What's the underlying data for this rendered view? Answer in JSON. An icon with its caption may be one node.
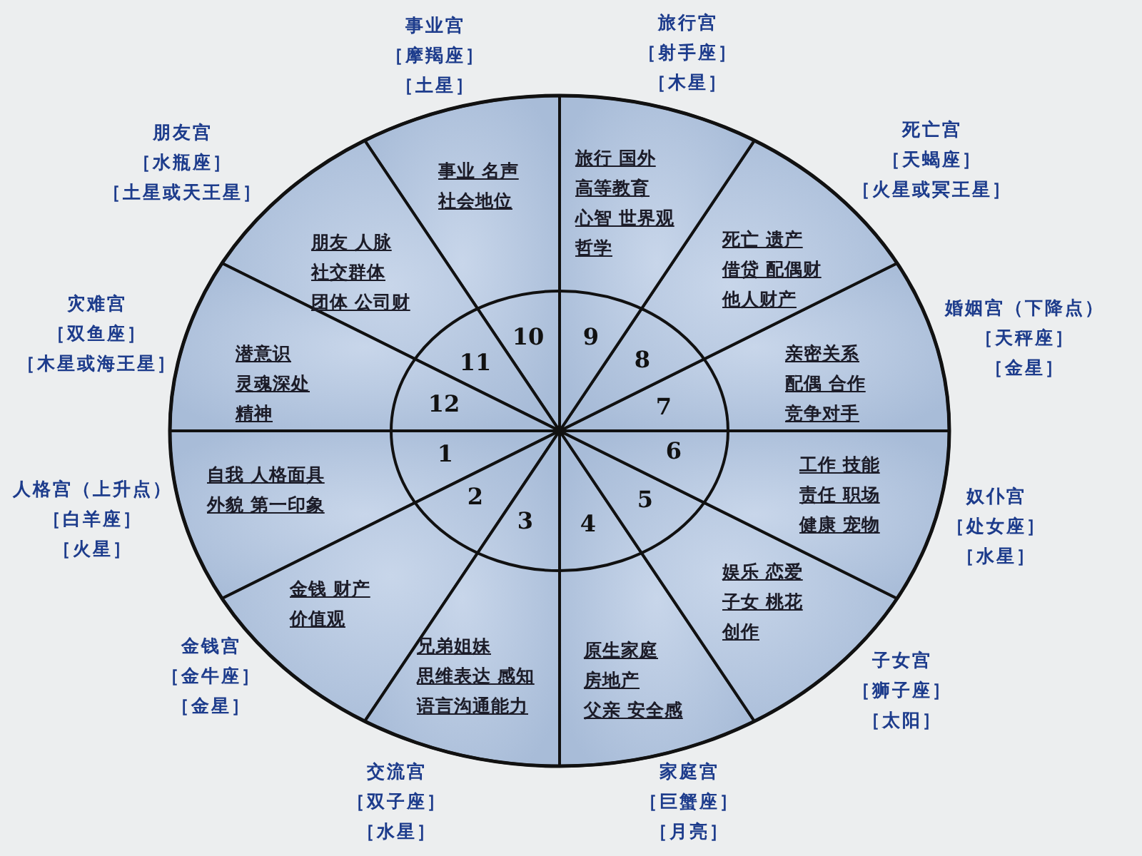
{
  "diagram": {
    "nodes": [
      {
        "text": [
          "自我 人格面具",
          "外貌 第一印象",
          "1"
        ],
        "beside": [
          "人格宫（上升点）",
          "［白羊座］",
          "［火星］"
        ]
      },
      {
        "text": [
          "金钱 财产",
          "价值观",
          "2"
        ],
        "beside": [
          "金钱宫",
          "［金牛座］",
          "［金星］"
        ]
      },
      {
        "text": [
          "3",
          "兄弟姐妹",
          "思维表达 感知",
          "语言沟通能力"
        ],
        "beside": [
          "交流宫",
          "［双子座］",
          "［水星］"
        ]
      },
      {
        "text": [
          "4",
          "原生家庭",
          "房地产",
          "父亲 安全感"
        ],
        "beside": [
          "家庭宫",
          "［巨蟹座］",
          "［月亮］"
        ]
      },
      {
        "text": [
          "5",
          "娱乐 恋爱",
          "子女 桃花",
          "创作"
        ],
        "beside": [
          "子女宫",
          "［狮子座］",
          "［太阳］"
        ]
      },
      {
        "text": [
          "6",
          "工作 技能",
          "责任 职场",
          "健康 宠物"
        ],
        "beside": [
          "奴仆宫",
          "［处女座］",
          "［水星］"
        ]
      },
      {
        "text": [
          "亲密关系",
          "配偶 合作",
          "竞争对手",
          "7"
        ],
        "beside": [
          "婚姻宫（下降点）",
          "［天秤座］",
          "［金星］"
        ]
      },
      {
        "text": [
          "死亡 遗产",
          "借贷 配偶财",
          "他人财产",
          "8"
        ],
        "beside": [
          "死亡宫",
          "［天蝎座］",
          "［火星或冥王星］"
        ]
      },
      {
        "text": [
          "旅行 国外",
          "高等教育",
          "心智 世界观",
          "哲学",
          "9"
        ],
        "beside": [
          "旅行宫",
          "［射手座］",
          "［木星］"
        ]
      },
      {
        "text": [
          "事业 名声",
          "社会地位",
          "10"
        ],
        "beside": [
          "事业宫",
          "［摩羯座］",
          "［土星］"
        ]
      },
      {
        "text": [
          "朋友 人脉",
          "社交群体",
          "团体 公司财",
          "11"
        ],
        "beside": [
          "朋友宫",
          "［水瓶座］",
          "［土星或天王星］"
        ]
      },
      {
        "text": [
          "潜意识",
          "灵魂深处",
          "精神",
          "12"
        ],
        "beside": [
          "灾难宫",
          "［双鱼座］",
          "［木星或海王星］"
        ]
      }
    ]
  }
}
